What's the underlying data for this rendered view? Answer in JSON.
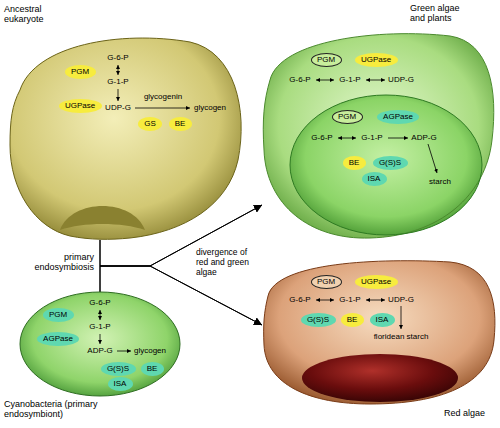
{
  "diagram": {
    "nodes": [
      {
        "text": [
          "Ancestral eukaryote",
          "G-6-P",
          "G-1-P",
          "UDP-G",
          "glycogenin",
          "glycogen"
        ]
      },
      {
        "text": [
          "PGM"
        ],
        "in": 0
      },
      {
        "text": [
          "UGPase"
        ],
        "in": 0
      },
      {
        "text": [
          "GS"
        ],
        "in": 0
      },
      {
        "text": [
          "BE"
        ],
        "in": 0
      },
      {
        "text": [
          "Green algae and plants",
          "G-6-P",
          "G-1-P",
          "UDP-G"
        ]
      },
      {
        "text": [
          "PGM"
        ],
        "in": 5
      },
      {
        "text": [
          "UGPase"
        ],
        "in": 5
      },
      {
        "text": [
          "G-6-P",
          "G-1-P",
          "ADP-G",
          "starch"
        ],
        "in": 5
      },
      {
        "text": [
          "PGM"
        ],
        "in": 8
      },
      {
        "text": [
          "AGPase"
        ],
        "in": 8
      },
      {
        "text": [
          "BE"
        ],
        "in": 8
      },
      {
        "text": [
          "G(S)S"
        ],
        "in": 8
      },
      {
        "text": [
          "ISA"
        ],
        "in": 8
      },
      {
        "text": [
          "Cyanobacteria (primary endosymbiont)",
          "G-6-P",
          "G-1-P",
          "ADP-G",
          "glycogen"
        ]
      },
      {
        "text": [
          "PGM"
        ],
        "in": 14
      },
      {
        "text": [
          "AGPase"
        ],
        "in": 14
      },
      {
        "text": [
          "G(S)S"
        ],
        "in": 14
      },
      {
        "text": [
          "BE"
        ],
        "in": 14
      },
      {
        "text": [
          "ISA"
        ],
        "in": 14
      },
      {
        "text": [
          "Red algae",
          "G-6-P",
          "G-1-P",
          "UDP-G",
          "floridean starch"
        ]
      },
      {
        "text": [
          "PGM"
        ],
        "in": 20
      },
      {
        "text": [
          "UGPase"
        ],
        "in": 20
      },
      {
        "text": [
          "G(S)S"
        ],
        "in": 20
      },
      {
        "text": [
          "BE"
        ],
        "in": 20
      },
      {
        "text": [
          "ISA"
        ],
        "in": 20
      }
    ],
    "edges": [
      {
        "from": 0,
        "to": 5,
        "arrow": "to"
      },
      {
        "from": 0,
        "to": 20,
        "arrow": "to"
      },
      {
        "from": 14,
        "to": 5,
        "arrow": "to"
      },
      {
        "from": 14,
        "to": 20,
        "arrow": "to"
      }
    ],
    "labels": [
      "primary endosymbiosis",
      "divergence of red and green algae"
    ]
  }
}
